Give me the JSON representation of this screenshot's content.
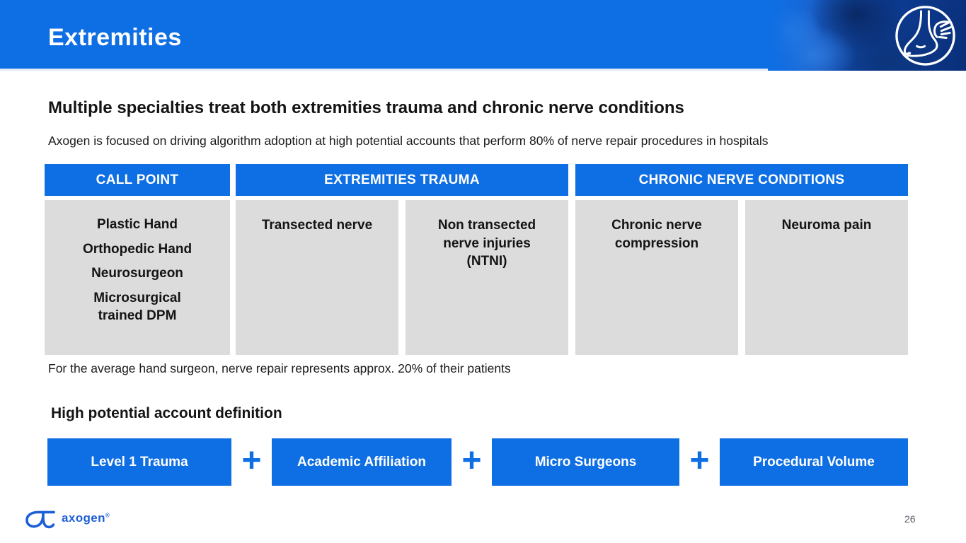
{
  "header": {
    "title": "Extremities"
  },
  "main": {
    "heading": "Multiple specialties treat both extremities trauma and chronic nerve conditions",
    "subheading": "Axogen is focused on driving algorithm adoption at high potential accounts that perform 80% of nerve repair procedures in hospitals",
    "note": "For the average hand surgeon, nerve repair represents approx. 20% of their patients"
  },
  "table": {
    "columns": [
      {
        "header": "CALL POINT"
      },
      {
        "header": "EXTREMITIES TRAUMA"
      },
      {
        "header": "CHRONIC NERVE CONDITIONS"
      }
    ],
    "call_point_items": [
      "Plastic Hand",
      "Orthopedic Hand",
      "Neurosurgeon",
      "Microsurgical trained DPM"
    ],
    "cells": {
      "transected": "Transected nerve",
      "ntni": "Non transected nerve injuries (NTNI)",
      "compression": "Chronic nerve compression",
      "neuroma": "Neuroma pain"
    }
  },
  "definition": {
    "heading": "High potential account definition",
    "plus": "+",
    "boxes": [
      "Level 1 Trauma",
      "Academic Affiliation",
      "Micro Surgeons",
      "Procedural Volume"
    ]
  },
  "footer": {
    "logo_text": "axogen",
    "registered_mark": "®",
    "page_number": "26"
  },
  "colors": {
    "accent_blue": "#0e6ee3",
    "cell_gray": "#dcdcdc",
    "photo_navy": "#0a2f7a",
    "text_dark": "#141414",
    "logo_blue": "#1d5fd6"
  },
  "icons": {
    "corner_icon": "foot-hand-icon",
    "logo_icon": "axogen-logo-icon"
  }
}
